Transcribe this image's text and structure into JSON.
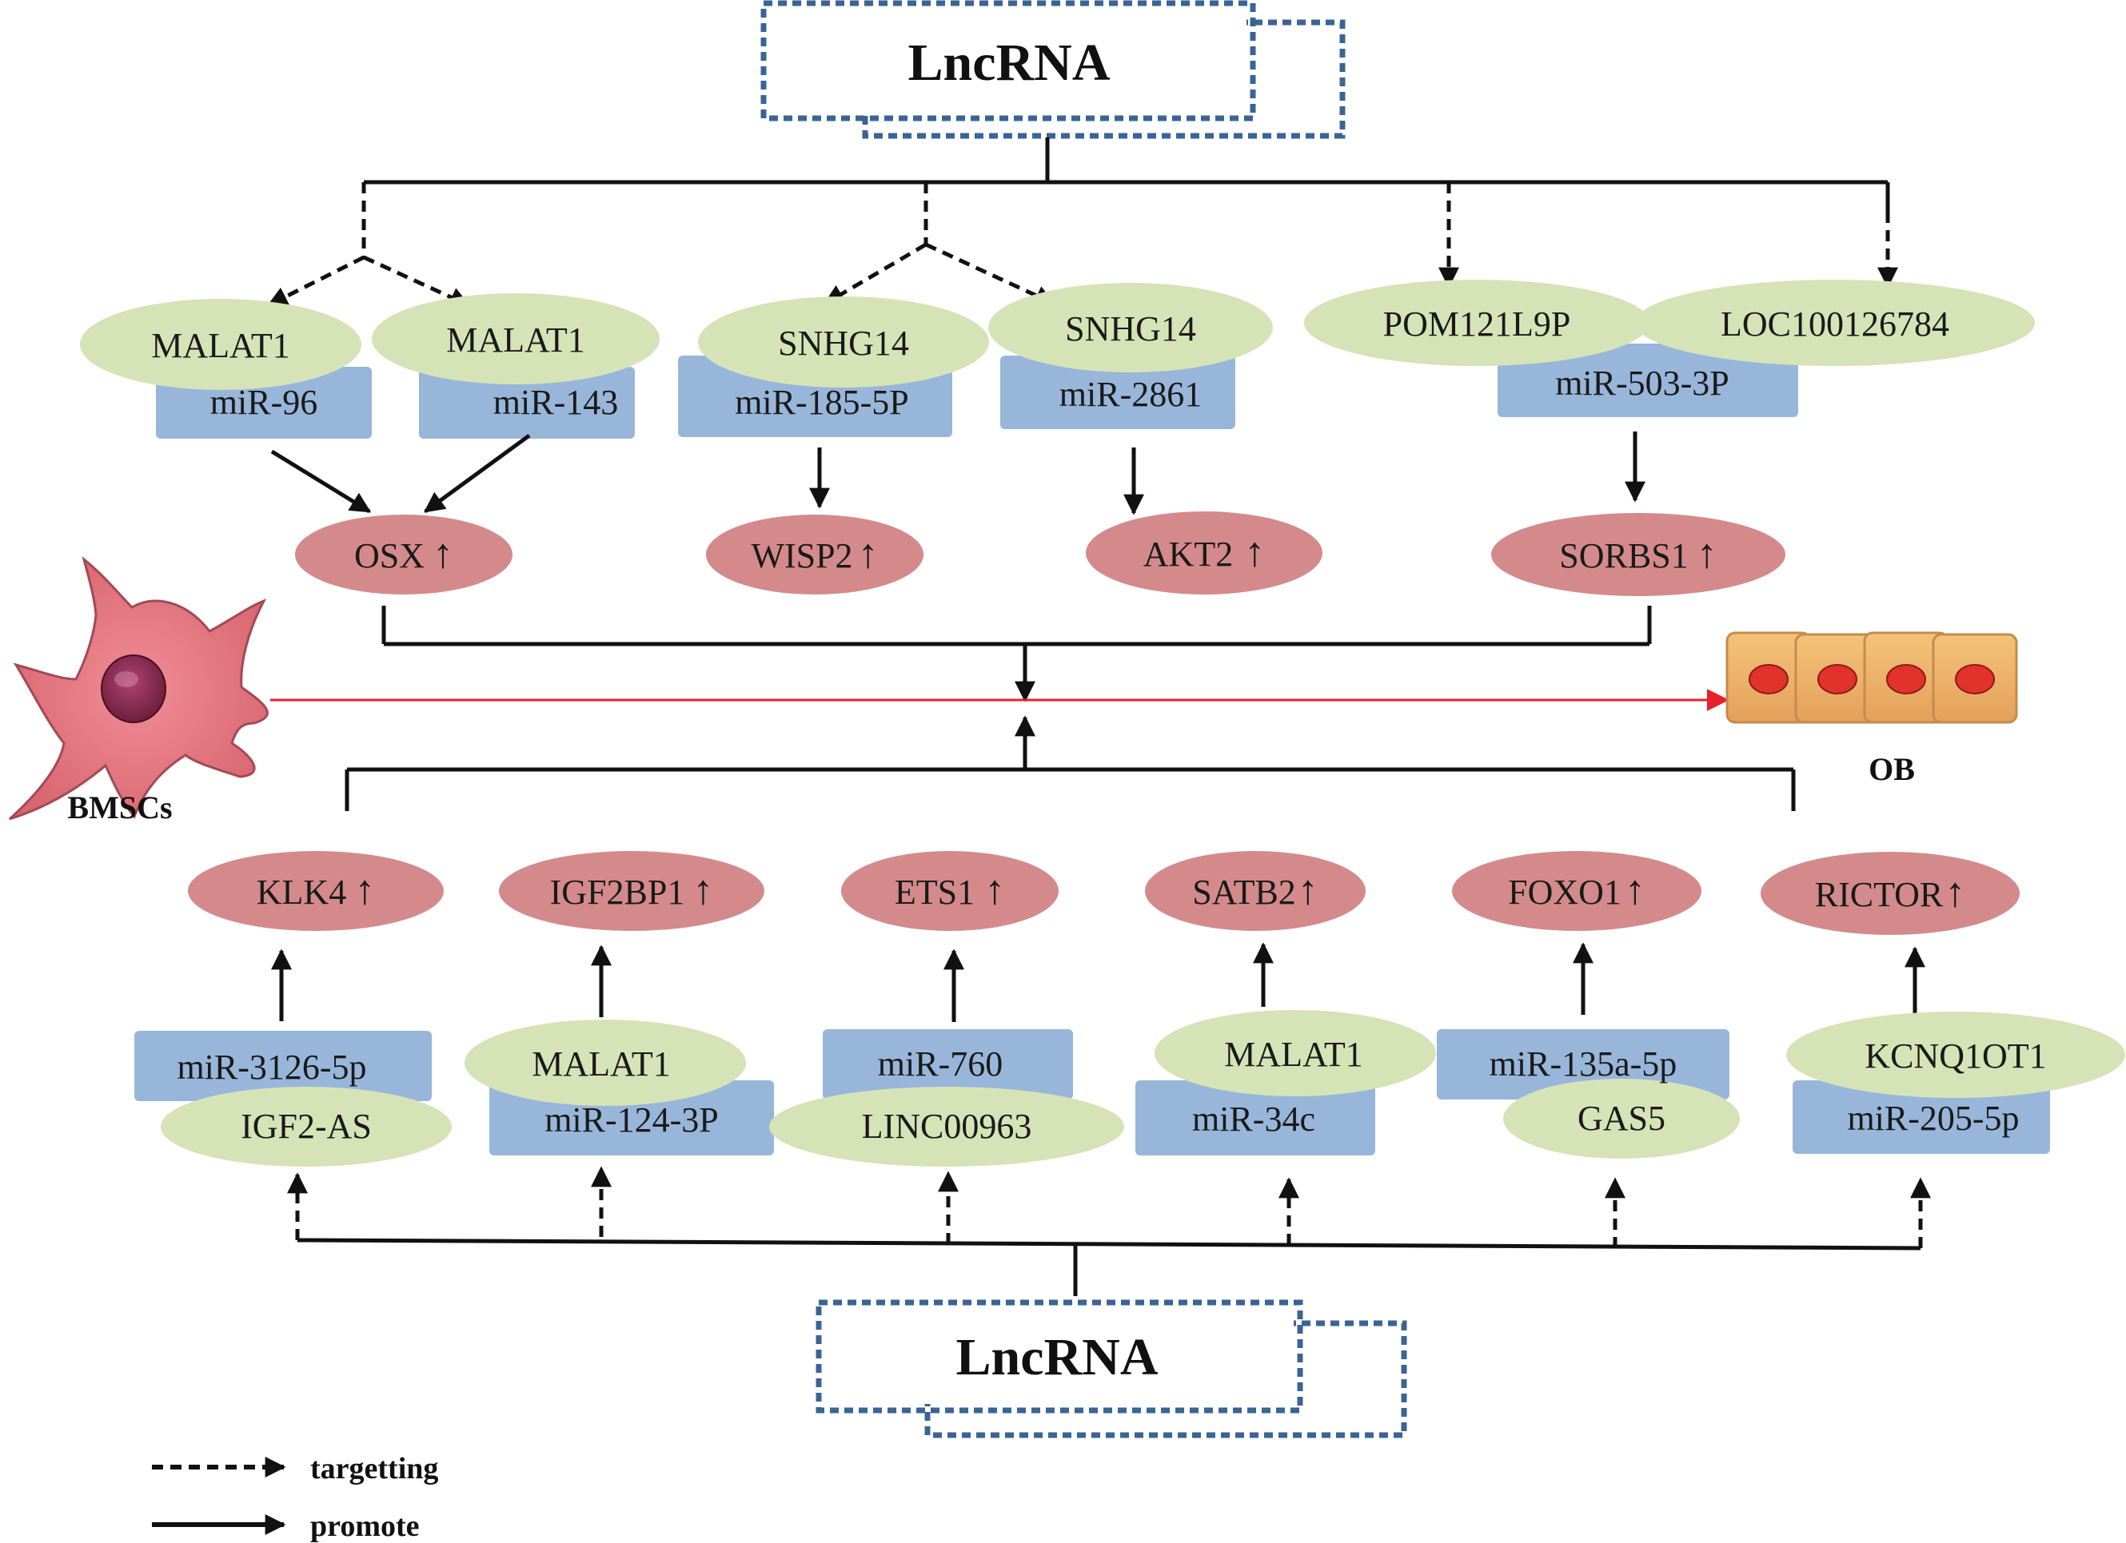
{
  "titles": {
    "top": "LncRNA",
    "bottom": "LncRNA"
  },
  "cells": {
    "left": "BMSCs",
    "right": "OB"
  },
  "legend": {
    "targetting": "targetting",
    "promote": "promote"
  },
  "up_arrow_glyph": "↑",
  "colors": {
    "lncrna_fill": "#d6e3b7",
    "mirna_fill": "#98b6d9",
    "target_fill": "#d48a8b",
    "title_border": "#3b6396",
    "main_arrow": "#e8202a",
    "line": "#111111"
  },
  "top_pathways": [
    {
      "lncrna": "MALAT1",
      "mirna": "miR-96",
      "target": "OSX"
    },
    {
      "lncrna": "MALAT1",
      "mirna": "miR-143",
      "target": "OSX"
    },
    {
      "lncrna": "SNHG14",
      "mirna": "miR-185-5P",
      "target": "WISP2"
    },
    {
      "lncrna": "SNHG14",
      "mirna": "miR-2861",
      "target": "AKT2"
    },
    {
      "lncrna": "POM121L9P",
      "mirna": "miR-503-3P",
      "target": "SORBS1"
    },
    {
      "lncrna": "LOC100126784",
      "mirna": "miR-503-3P",
      "target": "SORBS1"
    }
  ],
  "bottom_pathways": [
    {
      "lncrna": "IGF2-AS",
      "mirna": "miR-3126-5p",
      "target": "KLK4"
    },
    {
      "lncrna": "MALAT1",
      "mirna": "miR-124-3P",
      "target": "IGF2BP1"
    },
    {
      "lncrna": "LINC00963",
      "mirna": "miR-760",
      "target": "ETS1"
    },
    {
      "lncrna": "MALAT1",
      "mirna": "miR-34c",
      "target": "SATB2"
    },
    {
      "lncrna": "GAS5",
      "mirna": "miR-135a-5p",
      "target": "FOXO1"
    },
    {
      "lncrna": "KCNQ1OT1",
      "mirna": "miR-205-5p",
      "target": "RICTOR"
    }
  ]
}
